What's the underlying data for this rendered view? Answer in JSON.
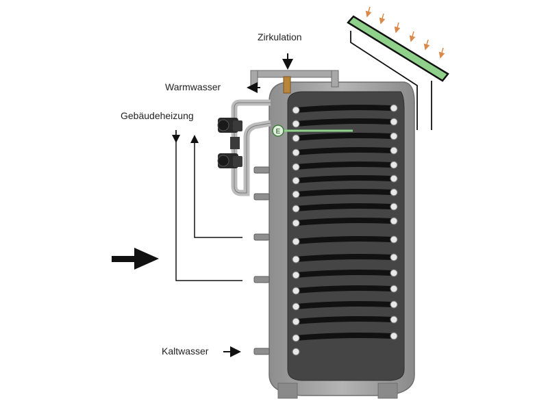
{
  "labels": {
    "zirkulation": "Zirkulation",
    "warmwasser": "Warmwasser",
    "gebaeudeheizung": "Gebäudeheizung",
    "kaltwasser": "Kaltwasser",
    "sensor": "E"
  },
  "colors": {
    "tank": "#9a9a9a",
    "tank_dark": "#7c7c7c",
    "interior": "#4a4a4a",
    "coil": "#111111",
    "collector": "#8fd18a",
    "sensor": "#8fd18a",
    "arrow_sun": "#d9894a",
    "pipe": "#b9b9b9",
    "valve": "#2a2a2a",
    "brass": "#b8863a"
  },
  "icons": [
    "sun-ray-arrow-icon",
    "flow-arrow-icon",
    "pump-valve-icon",
    "temperature-sensor-icon",
    "solar-collector-icon"
  ]
}
